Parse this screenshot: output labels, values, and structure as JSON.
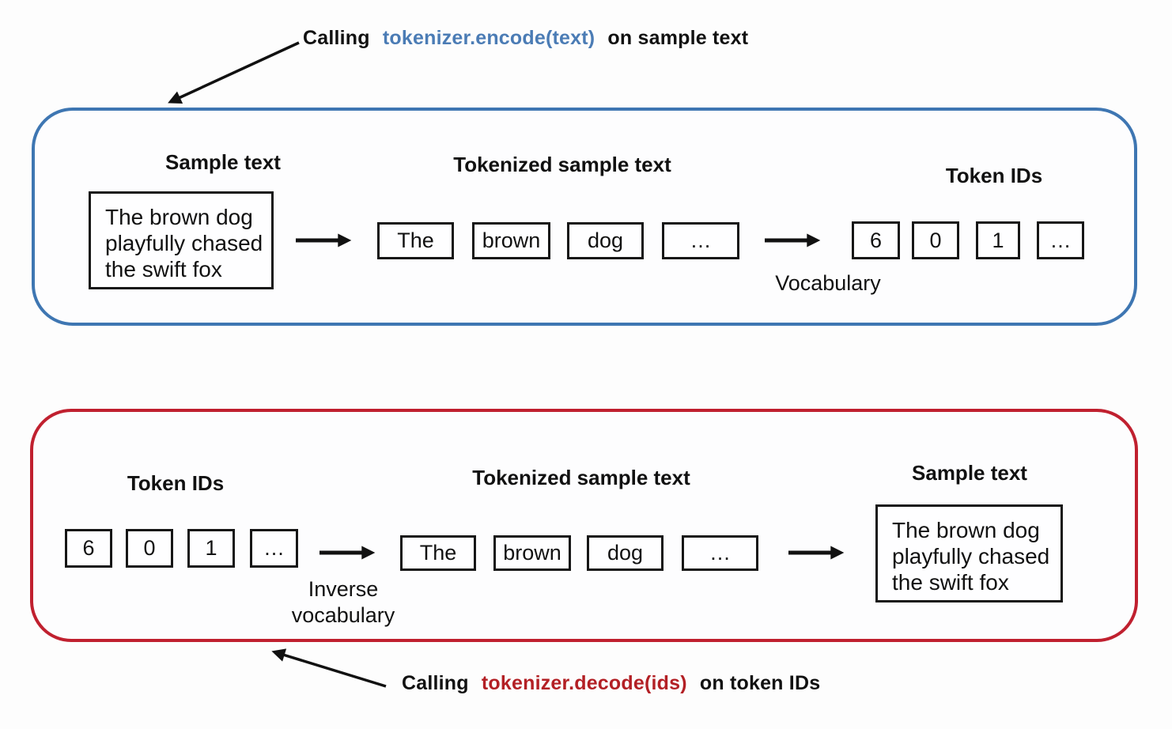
{
  "encode_callout": {
    "prefix": "Calling",
    "code": "tokenizer.encode(text)",
    "suffix": "on sample text"
  },
  "decode_callout": {
    "prefix": "Calling",
    "code": "tokenizer.decode(ids)",
    "suffix": "on token IDs"
  },
  "encode_panel": {
    "sample_heading": "Sample text",
    "sample_lines": [
      "The brown dog",
      "playfully chased",
      "the swift fox"
    ],
    "tokenized_heading": "Tokenized sample text",
    "tokens": [
      "The",
      "brown",
      "dog",
      "…"
    ],
    "vocab_label": "Vocabulary",
    "ids_heading": "Token IDs",
    "ids": [
      "6",
      "0",
      "1",
      "…"
    ]
  },
  "decode_panel": {
    "ids_heading": "Token IDs",
    "ids": [
      "6",
      "0",
      "1",
      "…"
    ],
    "inverse_vocab_label": "Inverse vocabulary",
    "tokenized_heading": "Tokenized sample text",
    "tokens": [
      "The",
      "brown",
      "dog",
      "…"
    ],
    "sample_heading": "Sample text",
    "sample_lines": [
      "The brown dog",
      "playfully chased",
      "the swift fox"
    ]
  },
  "colors": {
    "encode_panel_border": "#3e76b2",
    "decode_panel_border": "#c0202f",
    "encode_code_text": "#4b7cb5",
    "decode_code_text": "#b32025",
    "arrow": "#111111"
  }
}
